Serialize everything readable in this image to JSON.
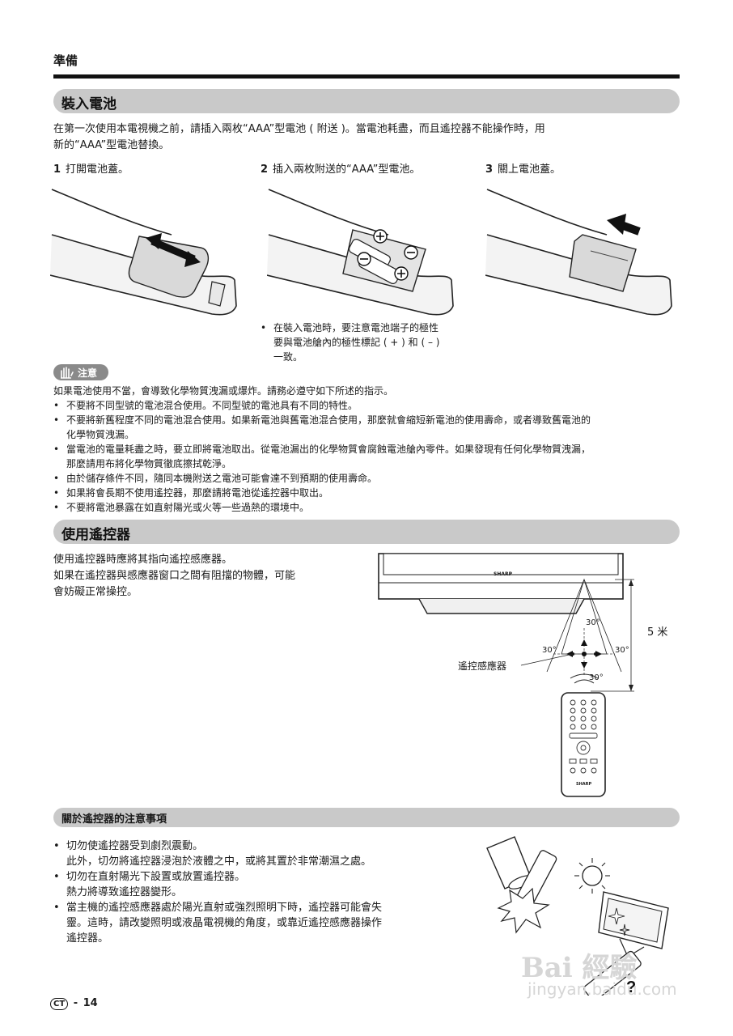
{
  "header": {
    "title": "準備"
  },
  "section_battery": {
    "title": "裝入電池",
    "intro_line1": "在第一次使用本電視機之前，請插入兩枚“AAA”型電池 ( 附送 )。當電池耗盡，而且遙控器不能操作時，用",
    "intro_line2": "新的“AAA”型電池替換。",
    "steps": [
      {
        "num": "1",
        "text": "打開電池蓋。"
      },
      {
        "num": "2",
        "text": "插入兩枚附送的“AAA”型電池。"
      },
      {
        "num": "3",
        "text": "關上電池蓋。"
      }
    ],
    "note_line1": "在裝入電池時，要注意電池端子的極性",
    "note_line2": "要與電池艙內的極性標記 ( + ) 和 ( – )",
    "note_line3": "一致。"
  },
  "caution": {
    "label": "注意",
    "intro": "如果電池使用不當，會導致化學物質洩漏或爆炸。請務必遵守如下所述的指示。",
    "items": [
      {
        "l1": "不要將不同型號的電池混合使用。不同型號的電池具有不同的特性。",
        "l2": ""
      },
      {
        "l1": "不要將新舊程度不同的電池混合使用。如果新電池與舊電池混合使用，那麼就會縮短新電池的使用壽命，或者導致舊電池的",
        "l2": "化學物質洩漏。"
      },
      {
        "l1": "當電池的電量耗盡之時，要立即將電池取出。從電池漏出的化學物質會腐蝕電池艙內零件。如果發現有任何化學物質洩漏，",
        "l2": "那麼請用布將化學物質徹底擦拭乾淨。"
      },
      {
        "l1": "由於儲存條件不同，隨同本機附送之電池可能會達不到預期的使用壽命。",
        "l2": ""
      },
      {
        "l1": "如果將會長期不使用遙控器，那麼請將電池從遙控器中取出。",
        "l2": ""
      },
      {
        "l1": "不要將電池暴露在如直射陽光或火等一些過熱的環境中。",
        "l2": ""
      }
    ]
  },
  "section_remote": {
    "title": "使用遙控器",
    "line1": "使用遙控器時應將其指向遙控感應器。",
    "line2": "如果在遙控器與感應器窗口之間有阻擋的物體，可能",
    "line3": "會妨礙正常操控。",
    "diagram": {
      "brand": "SHARP",
      "angle_top": "30°",
      "angle_left": "30°",
      "angle_right": "30°",
      "angle_bottom": "30°",
      "distance": "5 米",
      "sensor_label": "遙控感應器",
      "remote_brand": "SHARP"
    }
  },
  "section_notes": {
    "title": "關於遙控器的注意事項",
    "items": [
      {
        "l1": "切勿使遙控器受到劇烈震動。",
        "l2": "此外，切勿將遙控器浸泡於液體之中，或將其置於非常潮濕之處。",
        "l3": ""
      },
      {
        "l1": "切勿在直射陽光下設置或放置遙控器。",
        "l2": "熱力將導致遙控器變形。",
        "l3": ""
      },
      {
        "l1": "當主機的遙控感應器處於陽光直射或強烈照明下時，遙控器可能會失",
        "l2": "靈。這時，請改變照明或液晶電視機的角度，或靠近遙控感應器操作",
        "l3": "遙控器。"
      }
    ]
  },
  "footer": {
    "badge": "CT",
    "page": "14"
  },
  "watermark": {
    "line1": "Bai 經驗",
    "line2": "jingyan.baidu.com"
  }
}
